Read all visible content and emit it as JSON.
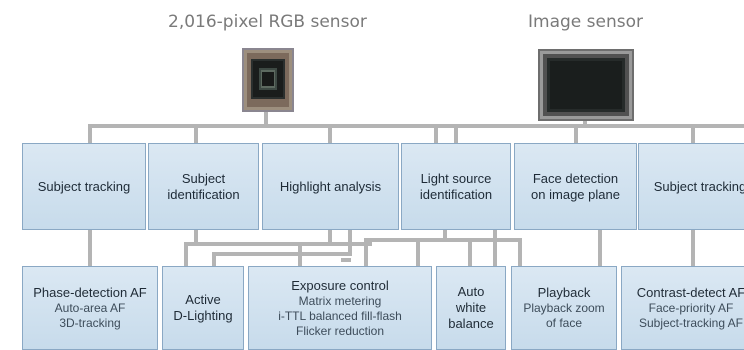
{
  "sensors": {
    "rgb_label": "2,016-pixel RGB sensor",
    "image_label": "Image sensor"
  },
  "functions": [
    {
      "lines": [
        "Subject tracking"
      ]
    },
    {
      "lines": [
        "Subject",
        "identification"
      ]
    },
    {
      "lines": [
        "Highlight analysis"
      ]
    },
    {
      "lines": [
        "Light source",
        "identification"
      ]
    },
    {
      "lines": [
        "Face detection",
        "on image plane"
      ]
    },
    {
      "lines": [
        "Subject tracking"
      ]
    }
  ],
  "features": [
    {
      "lines": [
        "Phase-detection AF",
        "Auto-area AF",
        "3D-tracking"
      ]
    },
    {
      "lines": [
        "Active",
        "D-Lighting"
      ]
    },
    {
      "lines": [
        "Exposure control",
        "Matrix metering",
        "i-TTL balanced fill-flash",
        "Flicker reduction"
      ]
    },
    {
      "lines": [
        "Auto",
        "white",
        "balance"
      ]
    },
    {
      "lines": [
        "Playback",
        "Playback zoom",
        "of face"
      ]
    },
    {
      "lines": [
        "Contrast-detect AF",
        "Face-priority AF",
        "Subject-tracking AF"
      ]
    }
  ],
  "colors": {
    "line": "#b4b4b4",
    "box_top": "#dbe8f3",
    "box_bottom": "#c7dbeb",
    "box_border": "#8aa8c4"
  }
}
